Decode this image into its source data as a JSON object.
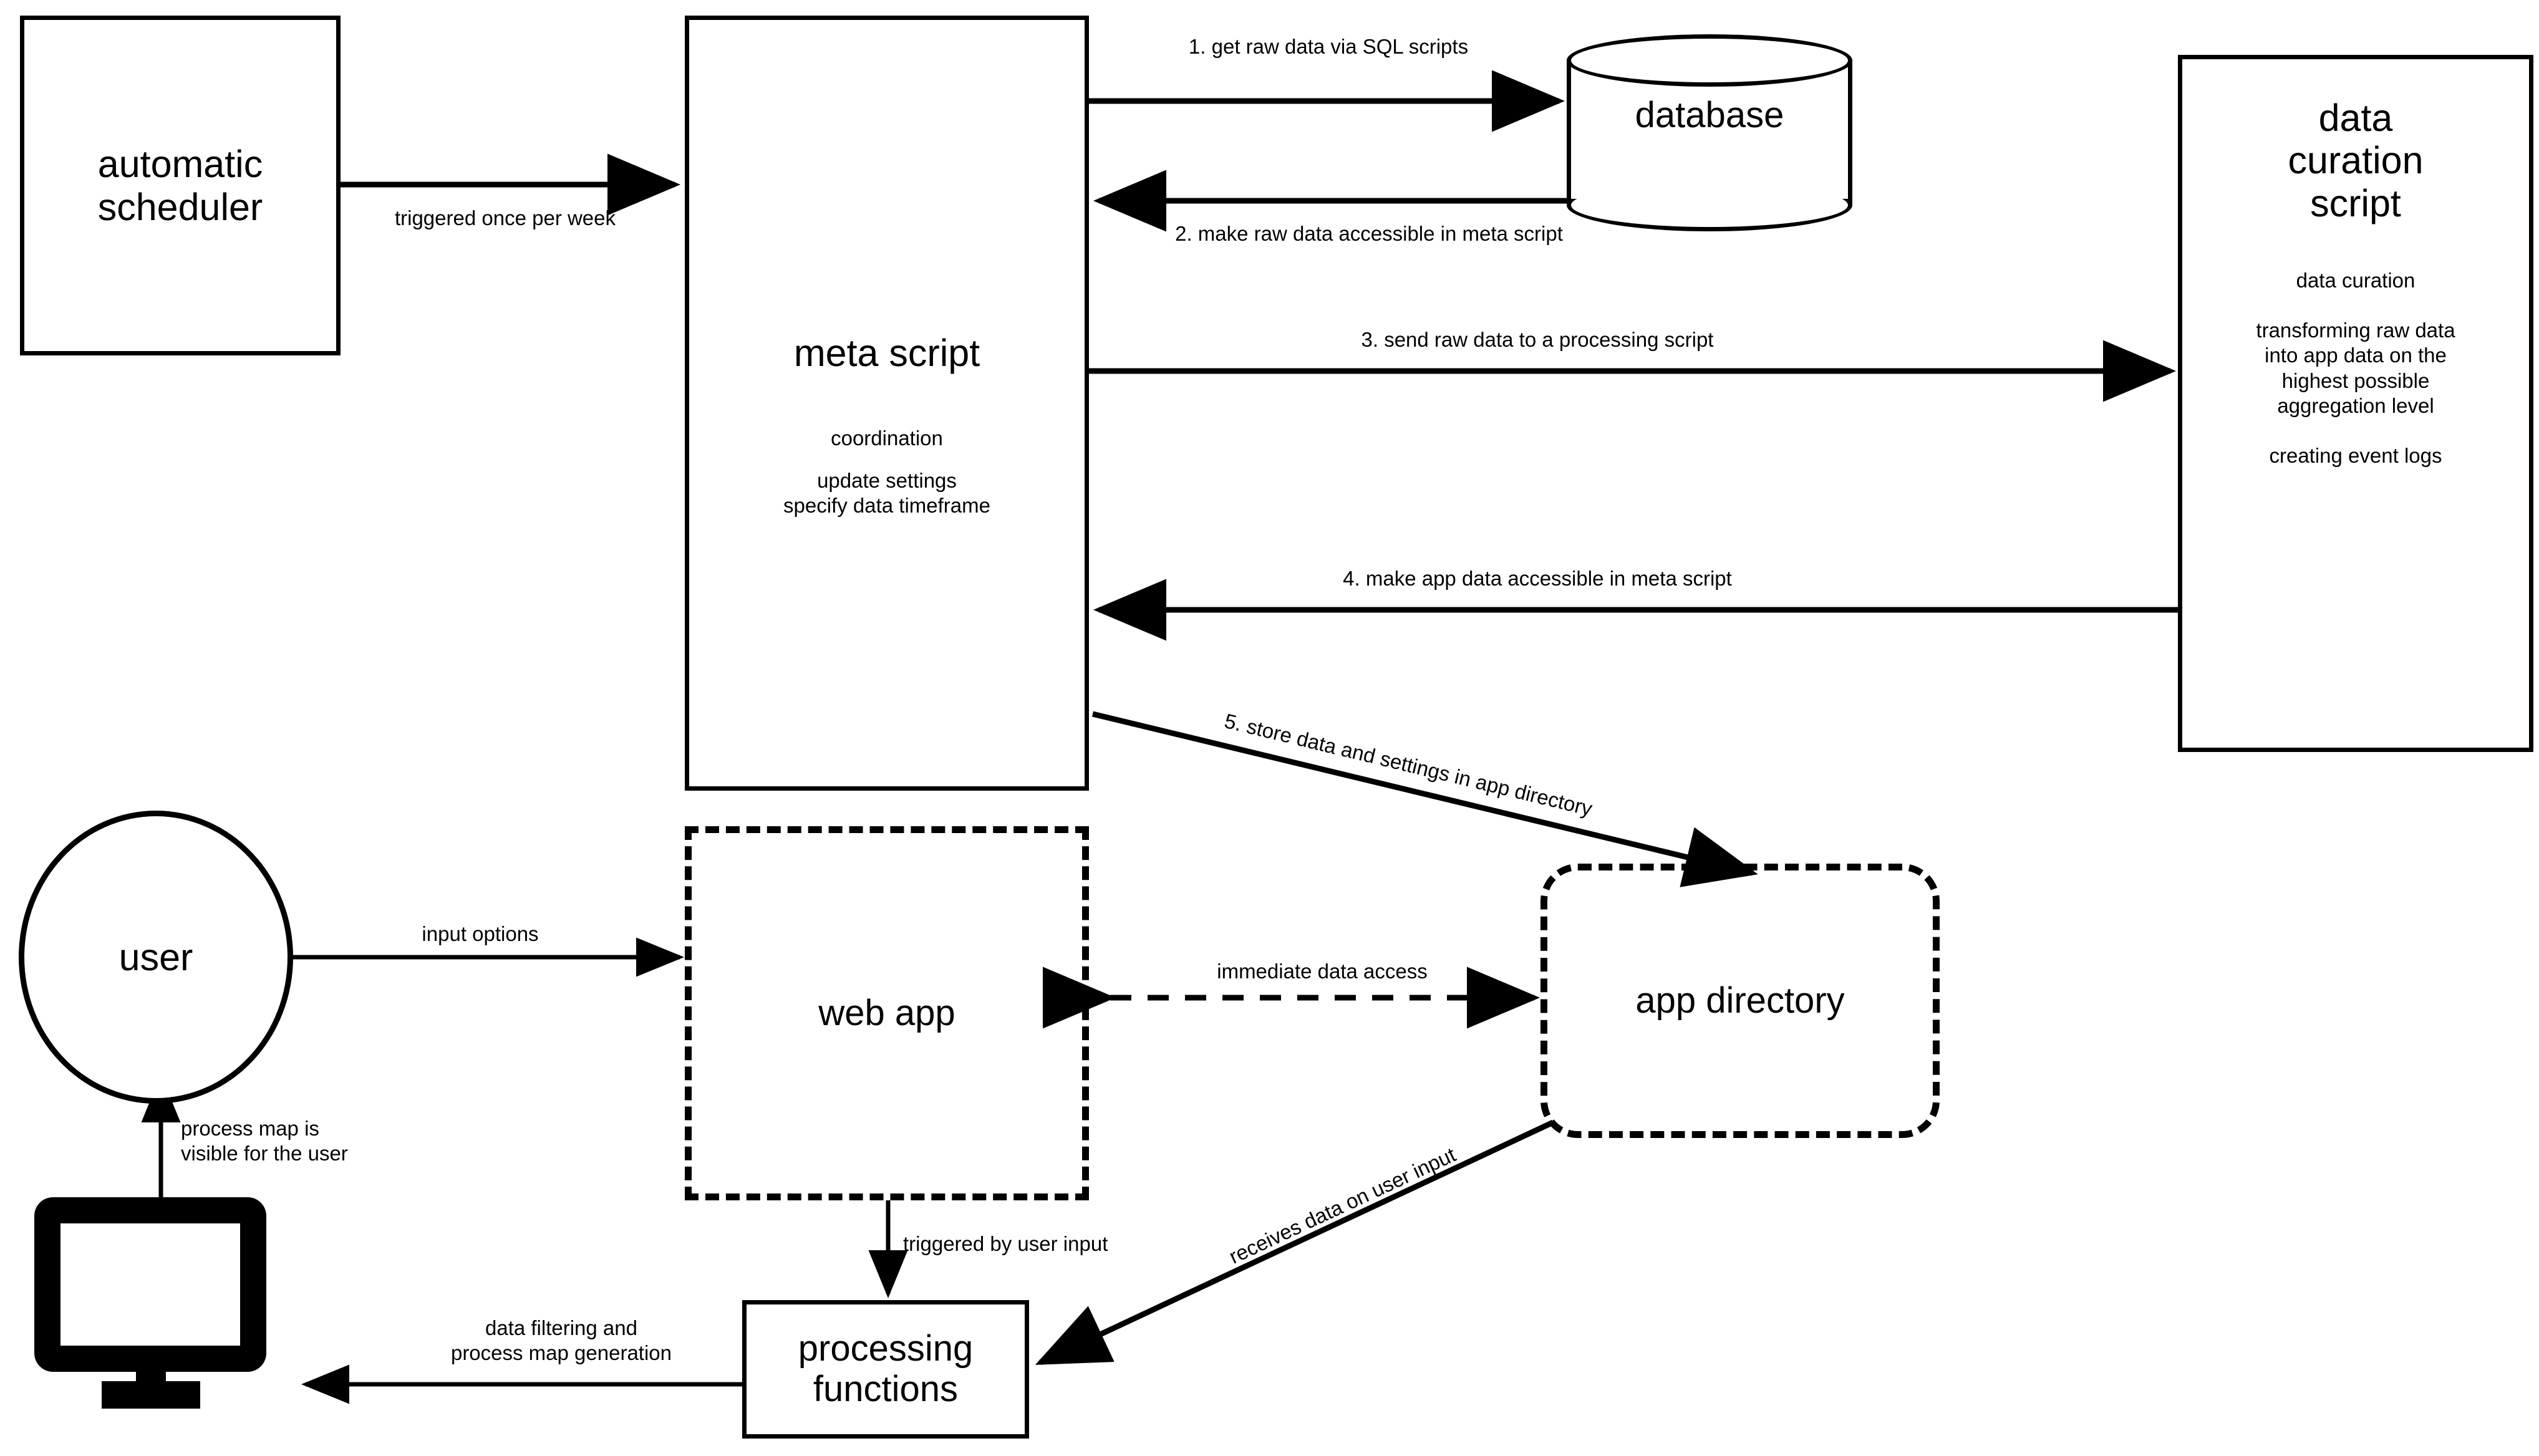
{
  "diagram": {
    "title": "web app data pipeline architecture",
    "stroke_color": "#000000",
    "background_color": "#ffffff"
  },
  "nodes": {
    "automatic_scheduler": {
      "label": "automatic\nscheduler",
      "shape": "rectangle",
      "style": "solid"
    },
    "meta_script": {
      "label": "meta script",
      "shape": "rectangle",
      "style": "solid",
      "detail_1": "coordination",
      "detail_2": "update settings\nspecify data timeframe"
    },
    "database": {
      "label": "database",
      "shape": "cylinder",
      "style": "solid"
    },
    "data_curation_script": {
      "label": "data\ncuration\nscript",
      "shape": "rectangle",
      "style": "solid",
      "detail_1": "data curation",
      "detail_2": "transforming raw data\ninto app data on the\nhighest possible\naggregation level",
      "detail_3": "creating event logs"
    },
    "user": {
      "label": "user",
      "shape": "ellipse",
      "style": "solid"
    },
    "monitor": {
      "label": "monitor-icon",
      "shape": "icon",
      "style": "solid"
    },
    "web_app": {
      "label": "web app",
      "shape": "rectangle",
      "style": "dashed"
    },
    "app_directory": {
      "label": "app directory",
      "shape": "rounded-rectangle",
      "style": "dashed"
    },
    "processing_functions": {
      "label": "processing\nfunctions",
      "shape": "rectangle",
      "style": "solid"
    }
  },
  "edges": {
    "scheduler_to_meta": {
      "label": "triggered once per week",
      "style": "solid",
      "direction": "forward"
    },
    "meta_to_database": {
      "label": "1. get raw data via SQL scripts",
      "style": "solid",
      "direction": "forward"
    },
    "database_to_meta": {
      "label": "2. make raw data accessible in meta script",
      "style": "solid",
      "direction": "forward"
    },
    "meta_to_curation": {
      "label": "3. send raw data to a processing script",
      "style": "solid",
      "direction": "forward"
    },
    "curation_to_meta": {
      "label": "4. make app data accessible in meta script",
      "style": "solid",
      "direction": "forward"
    },
    "meta_to_appdir": {
      "label": "5. store data and settings in app directory",
      "style": "solid",
      "direction": "forward"
    },
    "user_to_webapp": {
      "label": "input options",
      "style": "solid",
      "direction": "forward"
    },
    "monitor_to_user": {
      "label": "process map is\nvisible for the user",
      "style": "solid",
      "direction": "forward"
    },
    "webapp_appdir": {
      "label": "immediate data access",
      "style": "dashed",
      "direction": "both"
    },
    "webapp_to_processing": {
      "label": "triggered by user input",
      "style": "solid",
      "direction": "forward"
    },
    "appdir_to_processing": {
      "label": "receives data on user input",
      "style": "solid",
      "direction": "forward"
    },
    "processing_to_monitor": {
      "label": "data filtering and\nprocess map generation",
      "style": "solid",
      "direction": "forward"
    }
  }
}
